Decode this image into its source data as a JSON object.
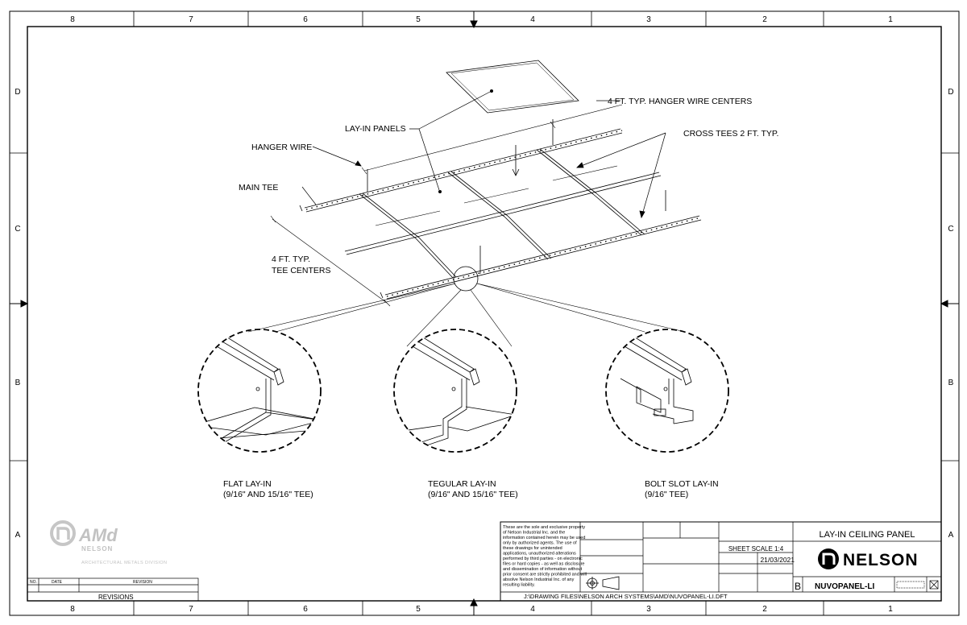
{
  "zones": {
    "columns": [
      "8",
      "7",
      "6",
      "5",
      "4",
      "3",
      "2",
      "1"
    ],
    "rows": [
      "D",
      "C",
      "B",
      "A"
    ]
  },
  "callouts": {
    "hanger_wire_centers": "4 FT. TYP. HANGER WIRE CENTERS",
    "lay_in_panels": "LAY-IN PANELS",
    "cross_tees": "CROSS TEES 2 FT. TYP.",
    "hanger_wire": "HANGER WIRE",
    "main_tee": "MAIN TEE",
    "tee_centers_line1": "4 FT. TYP.",
    "tee_centers_line2": "TEE CENTERS"
  },
  "details": [
    {
      "title": "FLAT LAY-IN",
      "subtitle": "(9/16\" AND 15/16\" TEE)"
    },
    {
      "title": "TEGULAR LAY-IN",
      "subtitle": "(9/16\" AND 15/16\" TEE)"
    },
    {
      "title": "BOLT SLOT LAY-IN",
      "subtitle": "(9/16\" TEE)"
    }
  ],
  "logo": {
    "mark": "AMd",
    "brand": "NELSON",
    "division": "ARCHITECTURAL METALS DIVISION"
  },
  "revisions": {
    "col_no": "NO.",
    "col_date": "DATE",
    "col_revision": "REVISION",
    "title": "REVISIONS"
  },
  "title_block": {
    "notice": [
      "These are the sole and exclusive property",
      "of Nelson Industrial Inc. and the",
      "information contained herein may be used",
      "only by authorized agents. The use of",
      "these drawings for unintended",
      "applications, unauthorized alterations",
      "performed by third parties - on electronic",
      "files or hard copies - as well as disclosure",
      "and dissemination of information without",
      "prior consent are strictly prohibited and will",
      "absolve Nelson Industrial Inc. of any",
      "resulting liability."
    ],
    "sheet_scale": "SHEET SCALE 1:4",
    "date": "21/03/2021",
    "description": "LAY-IN CEILING PANEL",
    "company": "NELSON",
    "size": "B",
    "part_number": "NUVOPANEL-LI",
    "file_path": "J:\\DRAWING FILES\\NELSON ARCH SYSTEMS\\AMD\\NUVOPANEL-LI.DFT"
  }
}
